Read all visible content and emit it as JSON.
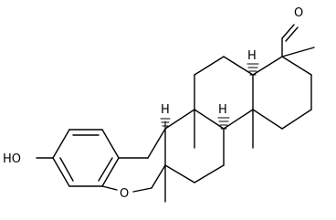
{
  "labels": {
    "hydroxyl": "HO",
    "ring_oxygen": "O",
    "aldehyde_oxygen": "O",
    "stereo_h_1": "H",
    "stereo_h_2": "H",
    "stereo_h_3": "H"
  }
}
